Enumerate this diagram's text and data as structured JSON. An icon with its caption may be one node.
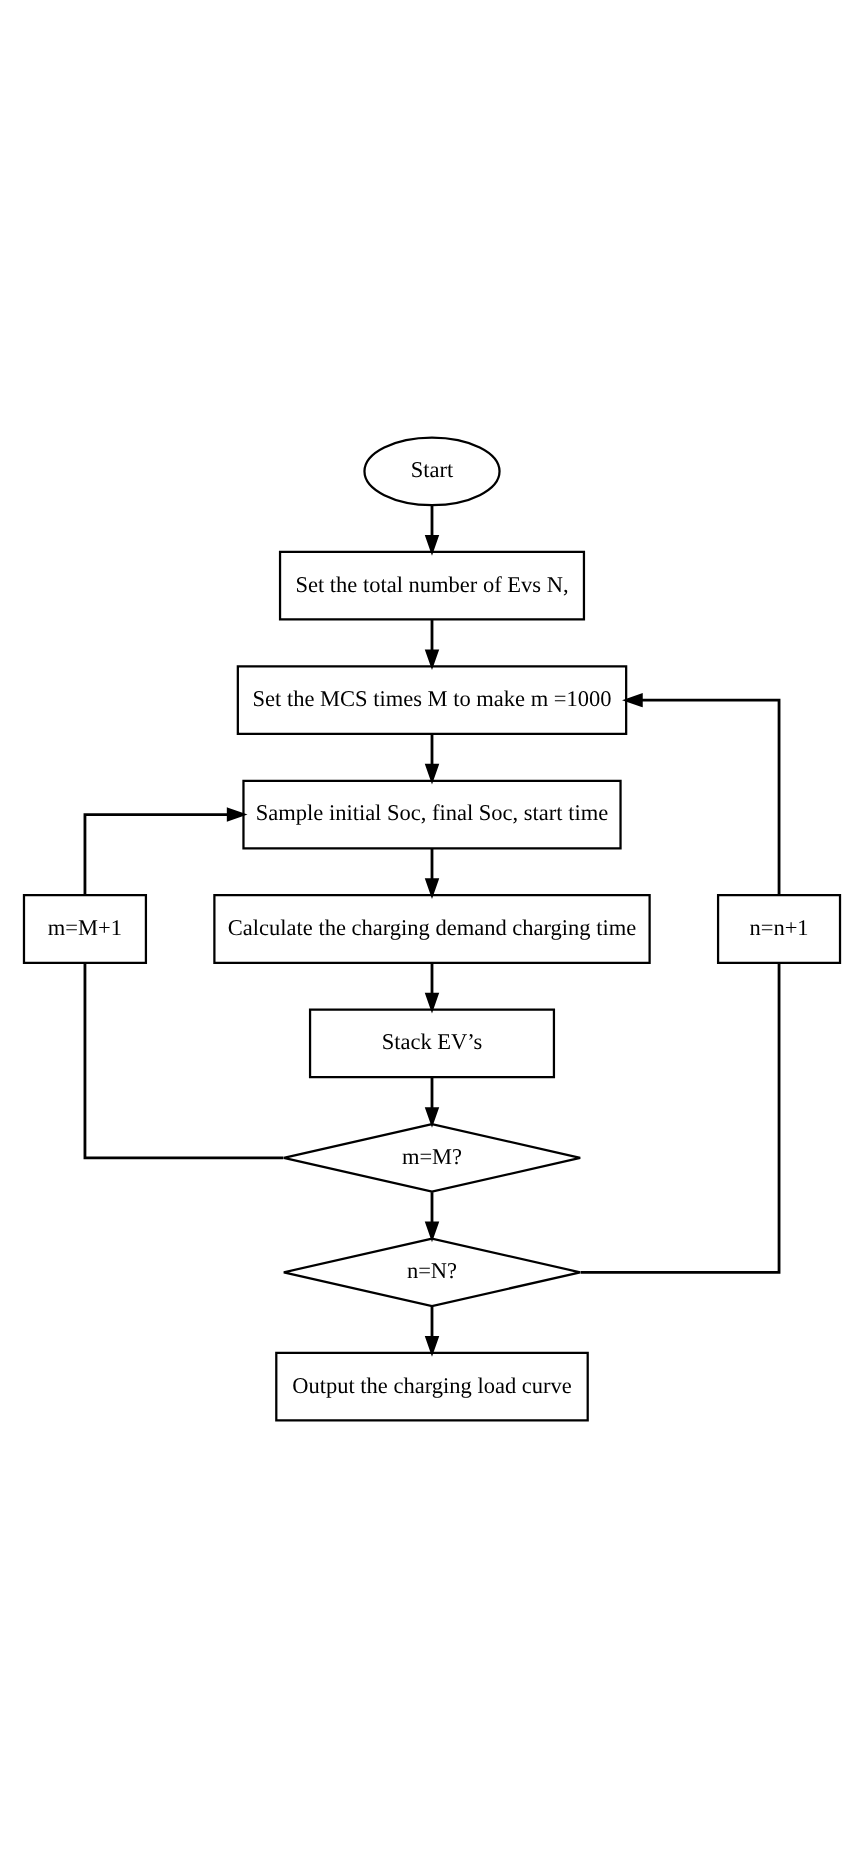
{
  "diagram": {
    "nodes": [
      {
        "text": [
          "Start"
        ]
      },
      {
        "text": [
          "Set the total number of Evs N,"
        ]
      },
      {
        "text": [
          "Set the MCS times M to make m =1000"
        ]
      },
      {
        "text": [
          "Sample initial Soc, final Soc, start time"
        ]
      },
      {
        "text": [
          "Calculate the charging demand charging time"
        ]
      },
      {
        "text": [
          "Stack EV’s"
        ]
      },
      {
        "text": [
          "m=M?"
        ]
      },
      {
        "text": [
          "n=N?"
        ]
      },
      {
        "text": [
          "Output the charging load curve"
        ]
      },
      {
        "text": [
          "m=M+1"
        ]
      },
      {
        "text": [
          "n=n+1"
        ]
      }
    ],
    "edges": [
      {
        "from": 0,
        "to": 1,
        "arrow": "to"
      },
      {
        "from": 1,
        "to": 2,
        "arrow": "to"
      },
      {
        "from": 2,
        "to": 3,
        "arrow": "to"
      },
      {
        "from": 3,
        "to": 4,
        "arrow": "to"
      },
      {
        "from": 4,
        "to": 5,
        "arrow": "to"
      },
      {
        "from": 5,
        "to": 6,
        "arrow": "to"
      },
      {
        "from": 6,
        "to": 7,
        "arrow": "to"
      },
      {
        "from": 7,
        "to": 8,
        "arrow": "to"
      },
      {
        "from": 6,
        "to": 9,
        "arrow": "none"
      },
      {
        "from": 9,
        "to": 3,
        "arrow": "to"
      },
      {
        "from": 7,
        "to": 10,
        "arrow": "none"
      },
      {
        "from": 10,
        "to": 2,
        "arrow": "to"
      }
    ]
  }
}
